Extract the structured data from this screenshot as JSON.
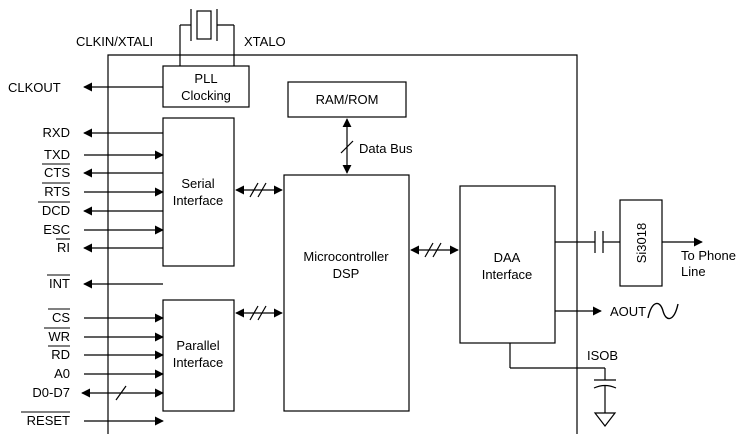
{
  "clock": {
    "xtal_in": "CLKIN/XTALI",
    "xtal_out": "XTALO",
    "clkout": "CLKOUT"
  },
  "blocks": {
    "pll": [
      "PLL",
      "Clocking"
    ],
    "ram": "RAM/ROM",
    "serial": [
      "Serial",
      "Interface"
    ],
    "parallel": [
      "Parallel",
      "Interface"
    ],
    "mcu": [
      "Microcontroller",
      "DSP"
    ],
    "daa": [
      "DAA",
      "Interface"
    ],
    "si": "Si3018"
  },
  "bus": {
    "data_bus": "Data Bus"
  },
  "serial_pins": [
    "RXD",
    "TXD",
    "CTS",
    "RTS",
    "DCD",
    "ESC",
    "RI"
  ],
  "int_pin": "INT",
  "parallel_pins": [
    "CS",
    "WR",
    "RD",
    "A0",
    "D0-D7"
  ],
  "reset_pin": "RESET",
  "outputs": {
    "phone": [
      "To Phone",
      "Line"
    ],
    "aout": "AOUT",
    "isob": "ISOB"
  },
  "symbols": {
    "aout_wave": "~"
  }
}
